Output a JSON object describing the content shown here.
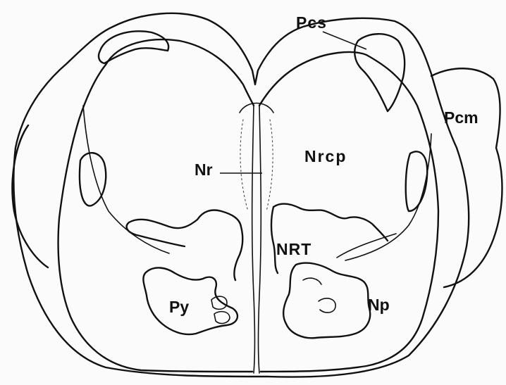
{
  "labels": {
    "pcs": "Pcs",
    "pcm": "Pcm",
    "nrcp": "Nrcp",
    "nr": "Nr",
    "nrt": "NRT",
    "np": "Np",
    "py": "Py"
  }
}
